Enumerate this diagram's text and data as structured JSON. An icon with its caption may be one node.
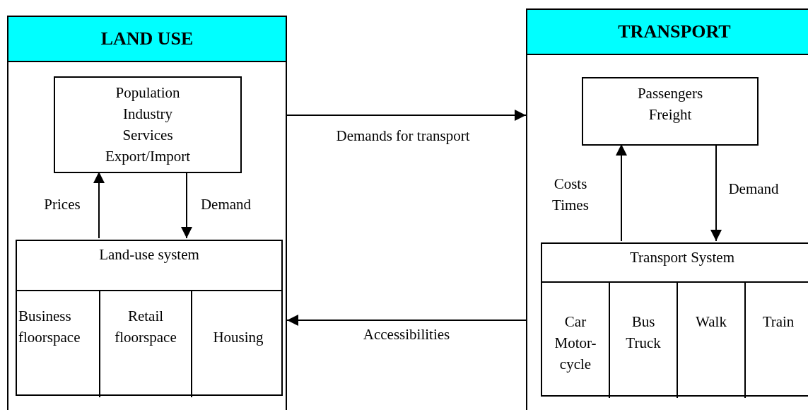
{
  "diagram": {
    "nodes": [
      {
        "text": [
          "LAND USE"
        ]
      },
      {
        "text": [
          "Population Industry Services Export/Import"
        ],
        "in": 0
      },
      {
        "text": [
          "Land-use system"
        ],
        "in": 0
      },
      {
        "text": [
          "Business floorspace"
        ],
        "in": 2
      },
      {
        "text": [
          "Retail floorspace"
        ],
        "in": 2
      },
      {
        "text": [
          "Housing"
        ],
        "in": 2
      },
      {
        "text": [
          "TRANSPORT"
        ]
      },
      {
        "text": [
          "Passengers Freight"
        ],
        "in": 6
      },
      {
        "text": [
          "Transport System"
        ],
        "in": 6
      },
      {
        "text": [
          "Car Motor-cycle"
        ],
        "in": 8
      },
      {
        "text": [
          "Bus Truck"
        ],
        "in": 8
      },
      {
        "text": [
          "Walk"
        ],
        "in": 8
      },
      {
        "text": [
          "Train"
        ],
        "in": 8
      }
    ],
    "edges": [
      {
        "from": 2,
        "to": 1,
        "arrow": "to",
        "label": "Prices"
      },
      {
        "from": 1,
        "to": 2,
        "arrow": "to",
        "label": "Demand"
      },
      {
        "from": 0,
        "to": 6,
        "arrow": "to",
        "label": "Demands for transport"
      },
      {
        "from": 6,
        "to": 0,
        "arrow": "to",
        "label": "Accessibilities"
      },
      {
        "from": 8,
        "to": 7,
        "arrow": "to",
        "label": "Costs Times"
      },
      {
        "from": 7,
        "to": 8,
        "arrow": "to",
        "label": "Demand"
      }
    ]
  }
}
